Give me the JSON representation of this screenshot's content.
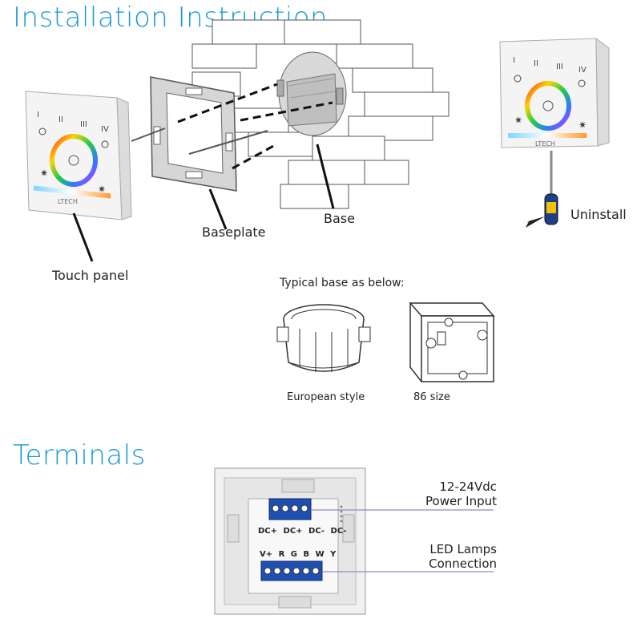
{
  "colors": {
    "heading": "#1a9ad6",
    "terminal_block": "#1f4fb0",
    "pointer_line": "#8a8fc0"
  },
  "installation": {
    "title": "Installation Instruction",
    "labels": {
      "touch_panel": "Touch panel",
      "baseplate": "Baseplate",
      "base": "Base",
      "uninstall": "Uninstall"
    },
    "panel_marks": [
      "I",
      "II",
      "III",
      "IV"
    ],
    "brand": "LTECH",
    "typical_base": {
      "heading": "Typical base as below:",
      "european": "European style",
      "size86": "86 size"
    }
  },
  "terminals": {
    "title": "Terminals",
    "power_input": {
      "line1": "12-24Vdc",
      "line2": "Power Input"
    },
    "led_connection": {
      "line1": "LED Lamps",
      "line2": "Connection"
    },
    "dc_labels": [
      "DC+",
      "DC+",
      "DC-",
      "DC-"
    ],
    "output_labels": [
      "V+",
      "R",
      "G",
      "B",
      "W",
      "Y"
    ]
  }
}
